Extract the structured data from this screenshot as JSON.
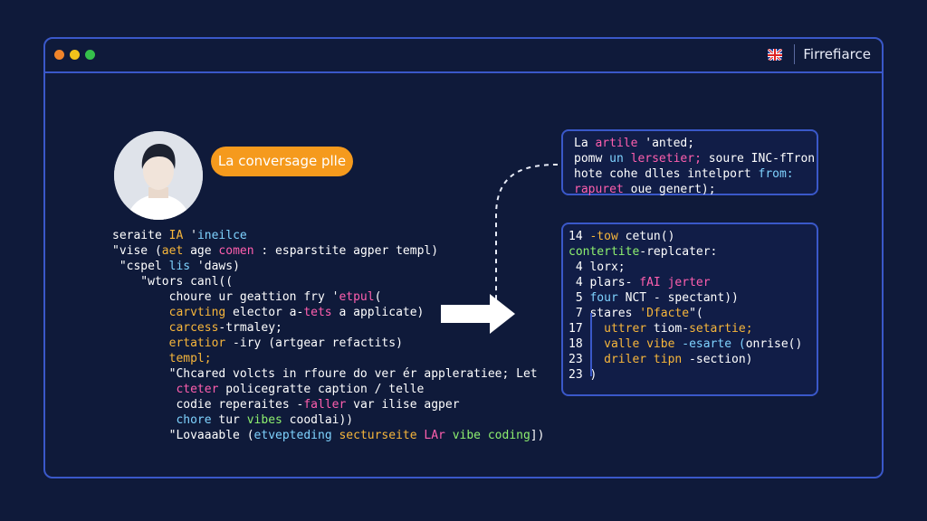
{
  "window": {
    "app_title": "Firrefiarce",
    "flag_icon": "uk-flag-icon"
  },
  "conversation": {
    "bubble_label": "La conversage plle"
  },
  "left_code": [
    {
      "segments": [
        {
          "t": "seraite ",
          "c": "#ffffff"
        },
        {
          "t": "IA",
          "c": "#f7b63b"
        },
        {
          "t": " '",
          "c": "#ffffff"
        },
        {
          "t": "ineilce",
          "c": "#7fd3ff"
        }
      ]
    },
    {
      "segments": [
        {
          "t": "\"vise (",
          "c": "#ffffff"
        },
        {
          "t": "aet",
          "c": "#f7b63b"
        },
        {
          "t": " age ",
          "c": "#ffffff"
        },
        {
          "t": "comen",
          "c": "#ff5fae"
        },
        {
          "t": " : esparstite agper templ)",
          "c": "#ffffff"
        }
      ]
    },
    {
      "segments": [
        {
          "t": " \"cspel ",
          "c": "#ffffff"
        },
        {
          "t": "lis",
          "c": "#7fd3ff"
        },
        {
          "t": " 'daws)",
          "c": "#ffffff"
        }
      ]
    },
    {
      "segments": [
        {
          "t": "    \"wtors canl((",
          "c": "#ffffff"
        }
      ]
    },
    {
      "segments": [
        {
          "t": "        choure ur geattion fry '",
          "c": "#ffffff"
        },
        {
          "t": "etpul",
          "c": "#ff5fae"
        },
        {
          "t": "(",
          "c": "#ffffff"
        }
      ]
    },
    {
      "segments": [
        {
          "t": "        carvting",
          "c": "#f7b63b"
        },
        {
          "t": " elector a-",
          "c": "#ffffff"
        },
        {
          "t": "tets",
          "c": "#ff5fae"
        },
        {
          "t": " a applicate)",
          "c": "#ffffff"
        }
      ]
    },
    {
      "segments": [
        {
          "t": "        carcess",
          "c": "#f7b63b"
        },
        {
          "t": "-trmaley;",
          "c": "#ffffff"
        }
      ]
    },
    {
      "segments": [
        {
          "t": "        ertatior",
          "c": "#f7b63b"
        },
        {
          "t": " -iry (artgear refactits)",
          "c": "#ffffff"
        }
      ]
    },
    {
      "segments": [
        {
          "t": "        templ;",
          "c": "#f7b63b"
        }
      ]
    },
    {
      "segments": [
        {
          "t": "        \"Chcared volcts in rfoure do ver ér appleratiee; Let",
          "c": "#ffffff"
        }
      ]
    },
    {
      "segments": [
        {
          "t": "         cteter",
          "c": "#ff5fae"
        },
        {
          "t": " policegratte caption / telle",
          "c": "#ffffff"
        }
      ]
    },
    {
      "segments": [
        {
          "t": "         codie reperaites -",
          "c": "#ffffff"
        },
        {
          "t": "faller",
          "c": "#ff5fae"
        },
        {
          "t": " var ilise agper",
          "c": "#ffffff"
        }
      ]
    },
    {
      "segments": [
        {
          "t": "         chore ",
          "c": "#7fd3ff"
        },
        {
          "t": "tur",
          "c": "#ffffff"
        },
        {
          "t": " vibes",
          "c": "#8ef06f"
        },
        {
          "t": " coodlai))",
          "c": "#ffffff"
        }
      ]
    },
    {
      "segments": [
        {
          "t": "        \"Lovaaable (",
          "c": "#ffffff"
        },
        {
          "t": "etvepteding",
          "c": "#7fd3ff"
        },
        {
          "t": " secturseite",
          "c": "#f7b63b"
        },
        {
          "t": " LAr",
          "c": "#ff5fae"
        },
        {
          "t": " vibe coding",
          "c": "#8ef06f"
        },
        {
          "t": "])",
          "c": "#ffffff"
        }
      ]
    }
  ],
  "panel_top_code": [
    {
      "segments": [
        {
          "t": "La ",
          "c": "#ffffff"
        },
        {
          "t": "artile",
          "c": "#ff5fae"
        },
        {
          "t": " 'anted;",
          "c": "#ffffff"
        }
      ]
    },
    {
      "segments": [
        {
          "t": "pomw ",
          "c": "#ffffff"
        },
        {
          "t": "un",
          "c": "#7fd3ff"
        },
        {
          "t": " lersetier;",
          "c": "#ff5fae"
        },
        {
          "t": " soure INC-fTron",
          "c": "#ffffff"
        }
      ]
    },
    {
      "segments": [
        {
          "t": "hote cohe dlles intelport ",
          "c": "#ffffff"
        },
        {
          "t": "from:",
          "c": "#7fd3ff"
        }
      ]
    },
    {
      "segments": [
        {
          "t": "rapuret",
          "c": "#ff5fae"
        },
        {
          "t": " oue genert);",
          "c": "#ffffff"
        }
      ]
    }
  ],
  "panel_bottom_code": [
    {
      "segments": [
        {
          "t": "14 ",
          "c": "#ffffff"
        },
        {
          "t": "-tow",
          "c": "#f7b63b"
        },
        {
          "t": " cetun()",
          "c": "#ffffff"
        }
      ]
    },
    {
      "segments": [
        {
          "t": "contertite",
          "c": "#8ef06f"
        },
        {
          "t": "-replcater:",
          "c": "#ffffff"
        }
      ]
    },
    {
      "segments": [
        {
          "t": " 4 ",
          "c": "#ffffff"
        },
        {
          "t": "lorx;",
          "c": "#ffffff"
        }
      ]
    },
    {
      "segments": [
        {
          "t": " 4 plars- ",
          "c": "#ffffff"
        },
        {
          "t": "fAI",
          "c": "#ff5fae"
        },
        {
          "t": " jerter",
          "c": "#ff5fae"
        }
      ]
    },
    {
      "segments": [
        {
          "t": " 5 ",
          "c": "#ffffff"
        },
        {
          "t": "four",
          "c": "#7fd3ff"
        },
        {
          "t": " NCT - spectant))",
          "c": "#ffffff"
        }
      ]
    },
    {
      "segments": [
        {
          "t": " 7 stares ",
          "c": "#ffffff"
        },
        {
          "t": "'Dfacte",
          "c": "#f7b63b"
        },
        {
          "t": "\"(",
          "c": "#ffffff"
        }
      ]
    },
    {
      "segments": [
        {
          "t": "17   ",
          "c": "#ffffff"
        },
        {
          "t": "uttrer",
          "c": "#f7b63b"
        },
        {
          "t": " tiom-",
          "c": "#ffffff"
        },
        {
          "t": "setartie;",
          "c": "#f7b63b"
        }
      ]
    },
    {
      "segments": [
        {
          "t": "18   ",
          "c": "#ffffff"
        },
        {
          "t": "valle vibe",
          "c": "#f7b63b"
        },
        {
          "t": " -esarte (",
          "c": "#7fd3ff"
        },
        {
          "t": "onrise",
          "c": "#ffffff"
        },
        {
          "t": "()",
          "c": "#ffffff"
        }
      ]
    },
    {
      "segments": [
        {
          "t": "23   ",
          "c": "#ffffff"
        },
        {
          "t": "driler tipn",
          "c": "#f7b63b"
        },
        {
          "t": " -section)",
          "c": "#ffffff"
        }
      ]
    },
    {
      "segments": [
        {
          "t": "23 ",
          "c": "#ffffff"
        },
        {
          "t": ")",
          "c": "#ffffff"
        }
      ]
    }
  ],
  "icons": {
    "window_controls": [
      "close-dot-icon",
      "minimize-dot-icon",
      "maximize-dot-icon"
    ],
    "avatar": "user-avatar-icon",
    "arrow": "right-arrow-icon"
  },
  "colors": {
    "background": "#0f1a3a",
    "border": "#3a58c9",
    "accent_orange": "#f59a1d"
  }
}
